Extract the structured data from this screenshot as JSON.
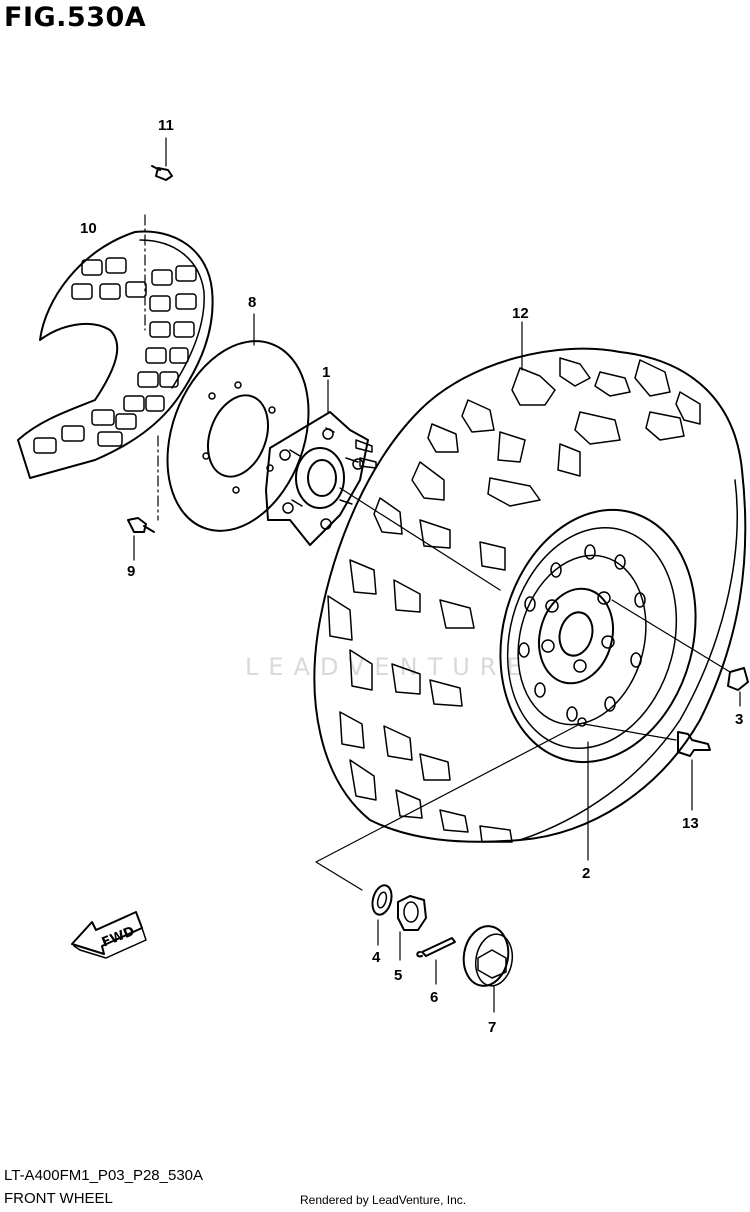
{
  "figure": {
    "title": "FIG.530A"
  },
  "callouts": [
    "1",
    "2",
    "3",
    "4",
    "5",
    "6",
    "7",
    "8",
    "9",
    "10",
    "11",
    "12",
    "13"
  ],
  "fwd_label": "FWD",
  "watermark": "LEADVENTURE",
  "footer": {
    "code": "LT-A400FM1_P03_P28_530A",
    "name": "FRONT WHEEL",
    "credit": "Rendered by LeadVenture, Inc."
  }
}
